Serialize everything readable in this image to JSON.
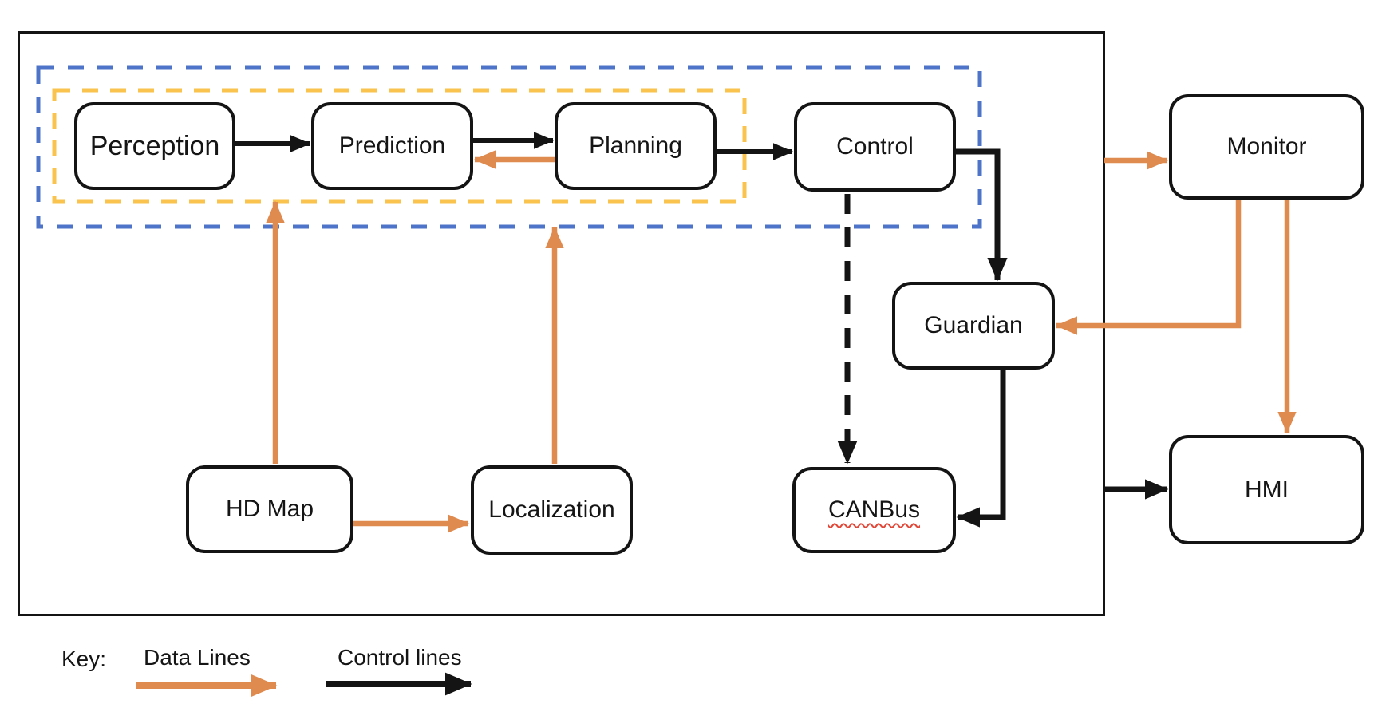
{
  "nodes": {
    "perception": {
      "label": "Perception"
    },
    "prediction": {
      "label": "Prediction"
    },
    "planning": {
      "label": "Planning"
    },
    "control": {
      "label": "Control"
    },
    "guardian": {
      "label": "Guardian"
    },
    "hd_map": {
      "label": "HD Map"
    },
    "localization": {
      "label": "Localization"
    },
    "canbus": {
      "label": "CANBus"
    },
    "monitor": {
      "label": "Monitor"
    },
    "hmi": {
      "label": "HMI"
    }
  },
  "groups": {
    "outer_dashed": {
      "border_color": "#4d74c8"
    },
    "inner_dashed": {
      "border_color": "#f9c34d"
    }
  },
  "legend": {
    "key_label": "Key:",
    "data_lines_label": "Data Lines",
    "control_lines_label": "Control lines"
  },
  "colors": {
    "data_line": "#df8a4f",
    "control_line": "#141414",
    "spellcheck_underline": "#e0493a"
  },
  "edges": [
    {
      "from": "Perception",
      "to": "Prediction",
      "type": "control"
    },
    {
      "from": "Prediction",
      "to": "Planning",
      "type": "control"
    },
    {
      "from": "Planning",
      "to": "Prediction",
      "type": "data"
    },
    {
      "from": "Planning",
      "to": "Control",
      "type": "control"
    },
    {
      "from": "Control",
      "to": "Guardian",
      "type": "control"
    },
    {
      "from": "Control",
      "to": "CANBus",
      "type": "control-dashed"
    },
    {
      "from": "Guardian",
      "to": "CANBus",
      "type": "control"
    },
    {
      "from": "HD Map",
      "to": "inner dashed group",
      "type": "data"
    },
    {
      "from": "HD Map",
      "to": "Localization",
      "type": "data"
    },
    {
      "from": "Localization",
      "to": "outer dashed group",
      "type": "data"
    },
    {
      "from": "system box",
      "to": "Monitor",
      "type": "data"
    },
    {
      "from": "Monitor",
      "to": "Guardian",
      "type": "data"
    },
    {
      "from": "Monitor",
      "to": "HMI",
      "type": "data"
    },
    {
      "from": "system box",
      "to": "HMI",
      "type": "control"
    }
  ]
}
